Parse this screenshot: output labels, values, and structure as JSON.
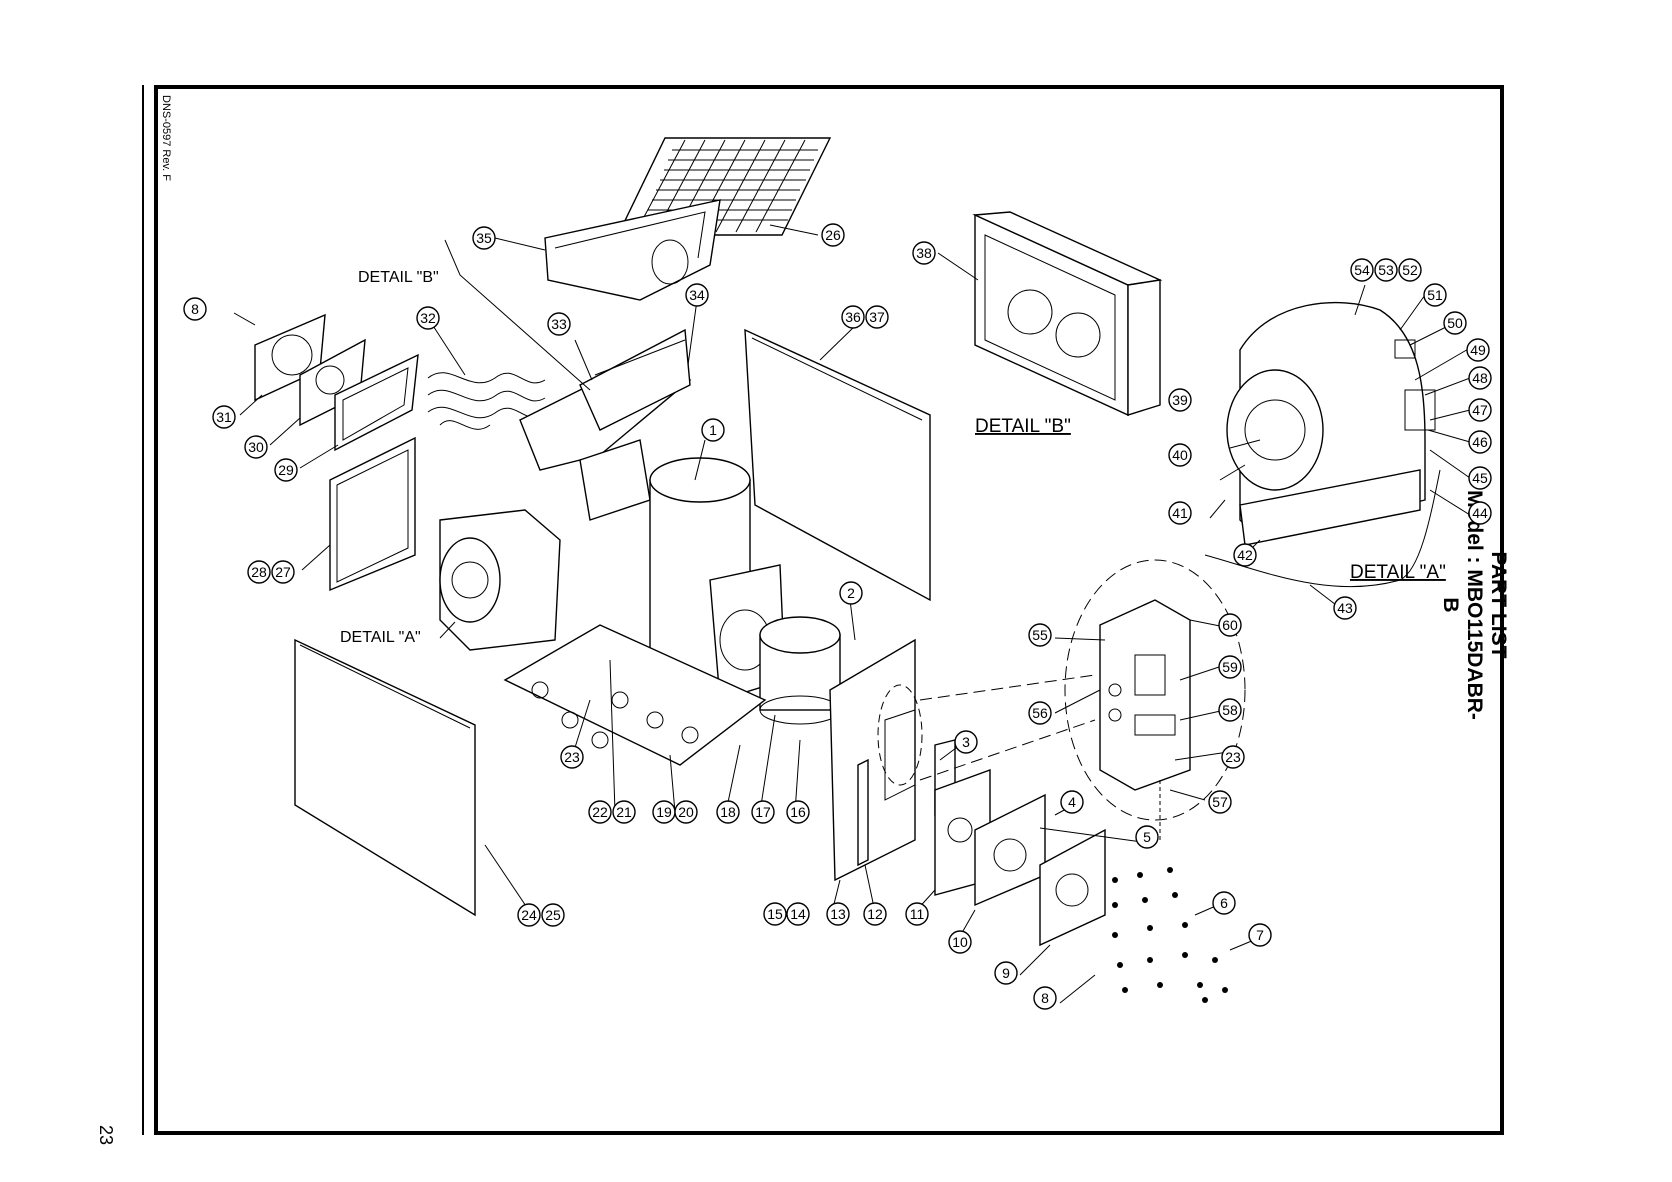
{
  "page": {
    "number": "23",
    "doc_code": "DNS-0597 Rev. F"
  },
  "title": {
    "line1": "PART LIST",
    "line2": "Model : MBO115DABR-B"
  },
  "details": {
    "detail_a_title": "DETAIL \"A\"",
    "detail_b_title": "DETAIL \"B\"",
    "detail_a_callout": "DETAIL \"A\"",
    "detail_b_callout": "DETAIL \"B\""
  },
  "balloons": [
    "1",
    "2",
    "3",
    "4",
    "5",
    "6",
    "7",
    "8",
    "8",
    "9",
    "10",
    "11",
    "12",
    "13",
    "15",
    "14",
    "16",
    "17",
    "18",
    "19",
    "20",
    "21",
    "22",
    "23",
    "23",
    "24",
    "25",
    "26",
    "27",
    "28",
    "29",
    "30",
    "31",
    "32",
    "33",
    "34",
    "35",
    "36",
    "37",
    "38",
    "39",
    "40",
    "41",
    "42",
    "43",
    "44",
    "45",
    "46",
    "47",
    "48",
    "49",
    "50",
    "51",
    "52",
    "53",
    "54",
    "55",
    "56",
    "57",
    "58",
    "59",
    "60"
  ]
}
